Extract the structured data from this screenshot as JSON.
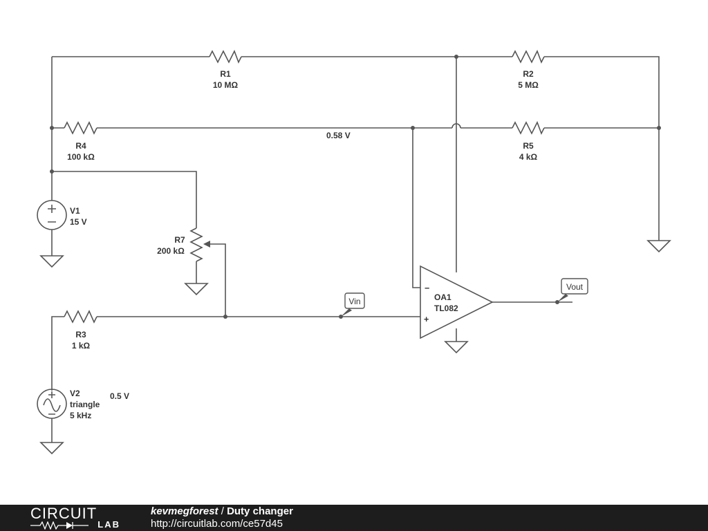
{
  "components": {
    "r1": {
      "name": "R1",
      "value": "10 MΩ"
    },
    "r2": {
      "name": "R2",
      "value": "5 MΩ"
    },
    "r3": {
      "name": "R3",
      "value": "1 kΩ"
    },
    "r4": {
      "name": "R4",
      "value": "100 kΩ"
    },
    "r5": {
      "name": "R5",
      "value": "4 kΩ"
    },
    "r7": {
      "name": "R7",
      "value": "200 kΩ"
    },
    "v1": {
      "name": "V1",
      "value": "15 V"
    },
    "v2": {
      "name": "V2",
      "type": "triangle",
      "freq": "5 kHz",
      "amplitude": "0.5 V"
    },
    "oa1": {
      "name": "OA1",
      "part": "TL082",
      "minus": "−",
      "plus": "+"
    }
  },
  "probes": {
    "node_voltage": "0.58 V",
    "vin": "Vin",
    "vout": "Vout"
  },
  "footer": {
    "logo_top": "CIRCUIT",
    "logo_bottom": "LAB",
    "author": "kevmegforest",
    "separator": " / ",
    "title": "Duty changer",
    "url": "http://circuitlab.com/ce57d45"
  },
  "colors": {
    "wire": "#555555",
    "footer_bg": "#1d1d1d",
    "label": "#333333"
  }
}
